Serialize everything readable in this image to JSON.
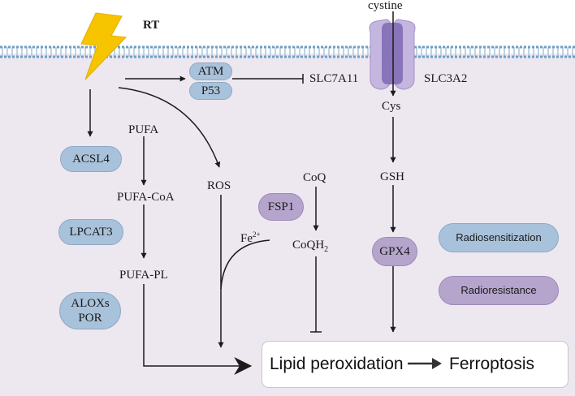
{
  "stimulus": {
    "label": "RT",
    "icon": "lightning-bolt-icon"
  },
  "membrane": {
    "transporter_top_label": "cystine",
    "transporter_icon": "transmembrane-transporter-icon"
  },
  "nodes": {
    "atm": "ATM",
    "p53": "P53",
    "slc7a11": "SLC7A11",
    "slc3a2": "SLC3A2",
    "cys": "Cys",
    "gsh": "GSH",
    "gpx4": "GPX4",
    "acsl4": "ACSL4",
    "lpcat3": "LPCAT3",
    "alox_por": "ALOXs\nPOR",
    "pufa": "PUFA",
    "pufa_coa": "PUFA-CoA",
    "pufa_pl": "PUFA-PL",
    "ros": "ROS",
    "fsp1": "FSP1",
    "coq": "CoQ",
    "coqh2_base": "CoQH",
    "coqh2_sub": "2",
    "fe_base": "Fe",
    "fe_sup": "2+"
  },
  "outcome": {
    "lipid_peroxidation": "Lipid peroxidation",
    "ferroptosis": "Ferroptosis"
  },
  "legend": {
    "radiosensitization": "Radiosensitization",
    "radioresistance": "Radioresistance"
  },
  "colors": {
    "cell_background": "#ede7f0",
    "membrane_line": "#7aa8c9",
    "sensitization_fill": "#a9c2db",
    "resistance_fill": "#b5a4cc",
    "bolt_fill": "#f7c400",
    "transporter": "#8f78c0"
  }
}
